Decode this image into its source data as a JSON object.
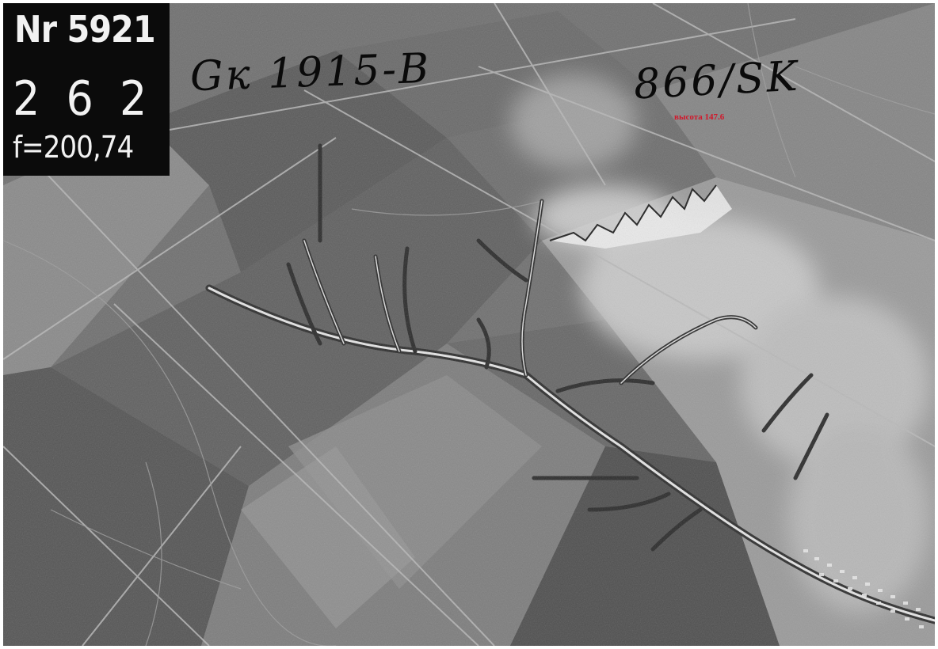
{
  "frame": {
    "number": "Nr 5921",
    "digits": "2 6 2",
    "focal": "f=200,74"
  },
  "annotations": {
    "left": "Gк 1915-B",
    "right": "866/SK",
    "elevation": "высота 147.6"
  },
  "colors": {
    "label_background": "#0b0b0b",
    "label_text": "#f2f2f2",
    "handwriting": "#0a0a0a",
    "elevation_text": "#d1182b"
  }
}
